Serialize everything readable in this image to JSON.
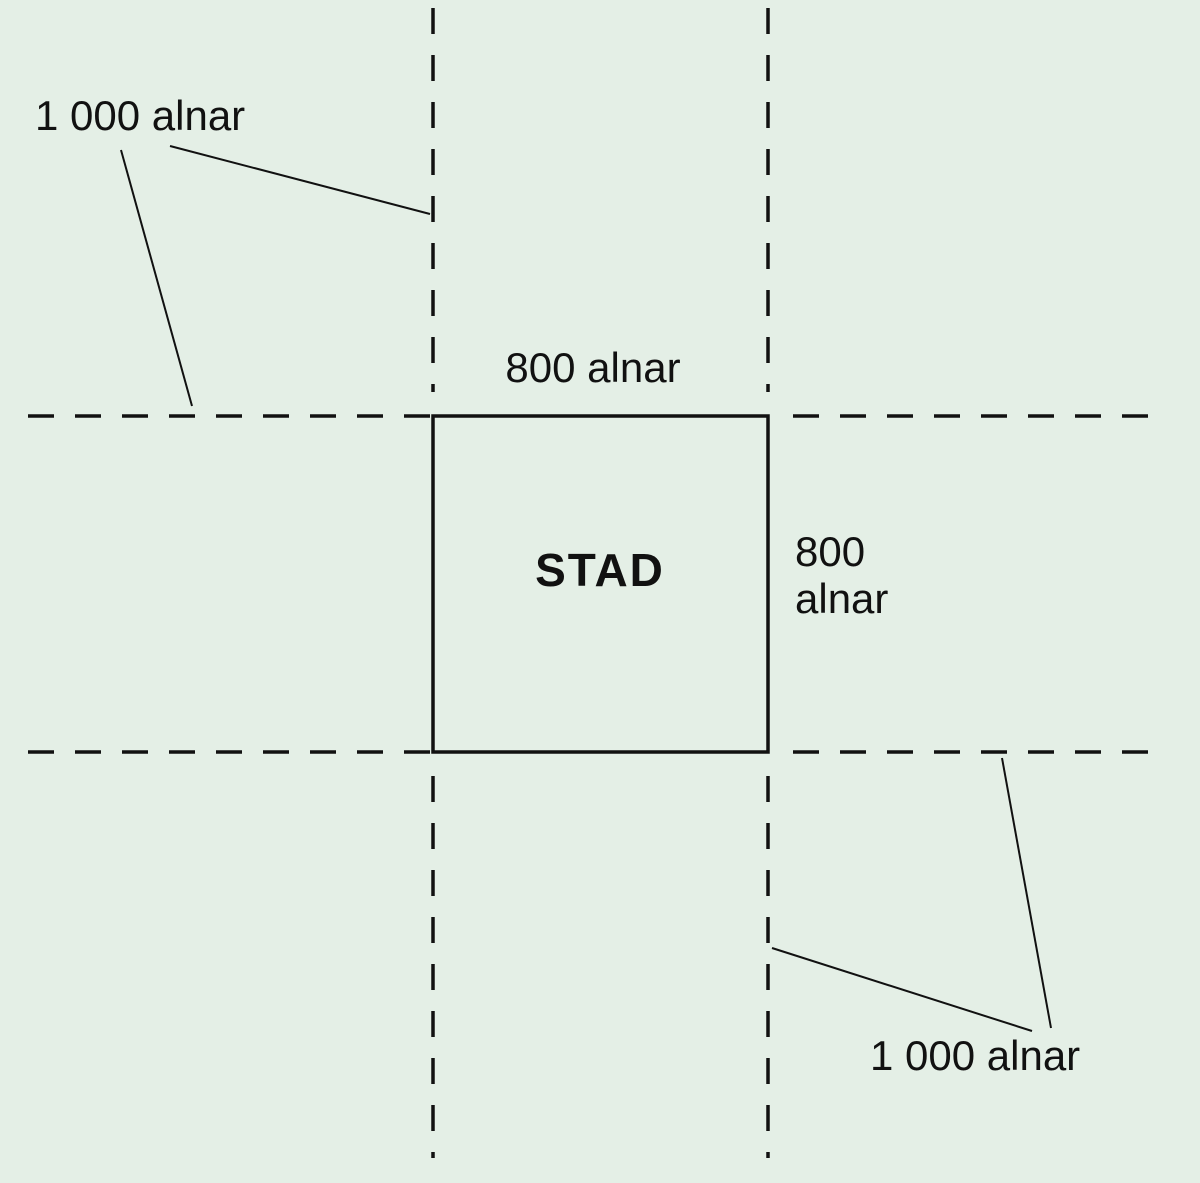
{
  "colors": {
    "background": "#e4efe6",
    "line": "#111111"
  },
  "labels": {
    "pasture_top_left": "1 000 alnar",
    "city_width": "800 alnar",
    "city_height_line1": "800",
    "city_height_line2": "alnar",
    "city": "STAD",
    "pasture_bottom_right": "1 000 alnar"
  }
}
